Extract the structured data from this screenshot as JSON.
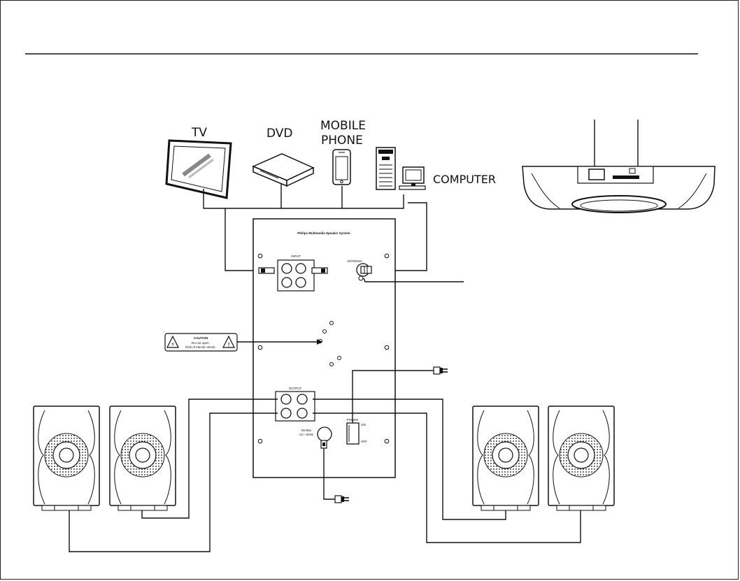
{
  "device_labels": {
    "tv": "TV",
    "dvd": "DVD",
    "mobile_line1": "MOBILE",
    "mobile_line2": "PHONE",
    "computer": "COMPUTER"
  },
  "panel": {
    "title": "Philips Multimedia Speaker System",
    "input_label": "INPUT",
    "antenna_label": "ANTENNA",
    "output_label": "OUTPUT",
    "power_label": "POWER",
    "power_on": "ON",
    "power_off": "OFF",
    "mains_line1": "MAINS",
    "mains_line2": "AC~ 50Hz"
  },
  "caution": {
    "title": "CAUTION",
    "line1": "Do not open.",
    "line2": "Risk of electric shock."
  },
  "icons": [
    "tv-icon",
    "dvd-player-icon",
    "mobile-phone-icon",
    "computer-tower-icon",
    "monitor-icon",
    "speaker-icon",
    "plug-icon",
    "caution-triangle-icon"
  ]
}
